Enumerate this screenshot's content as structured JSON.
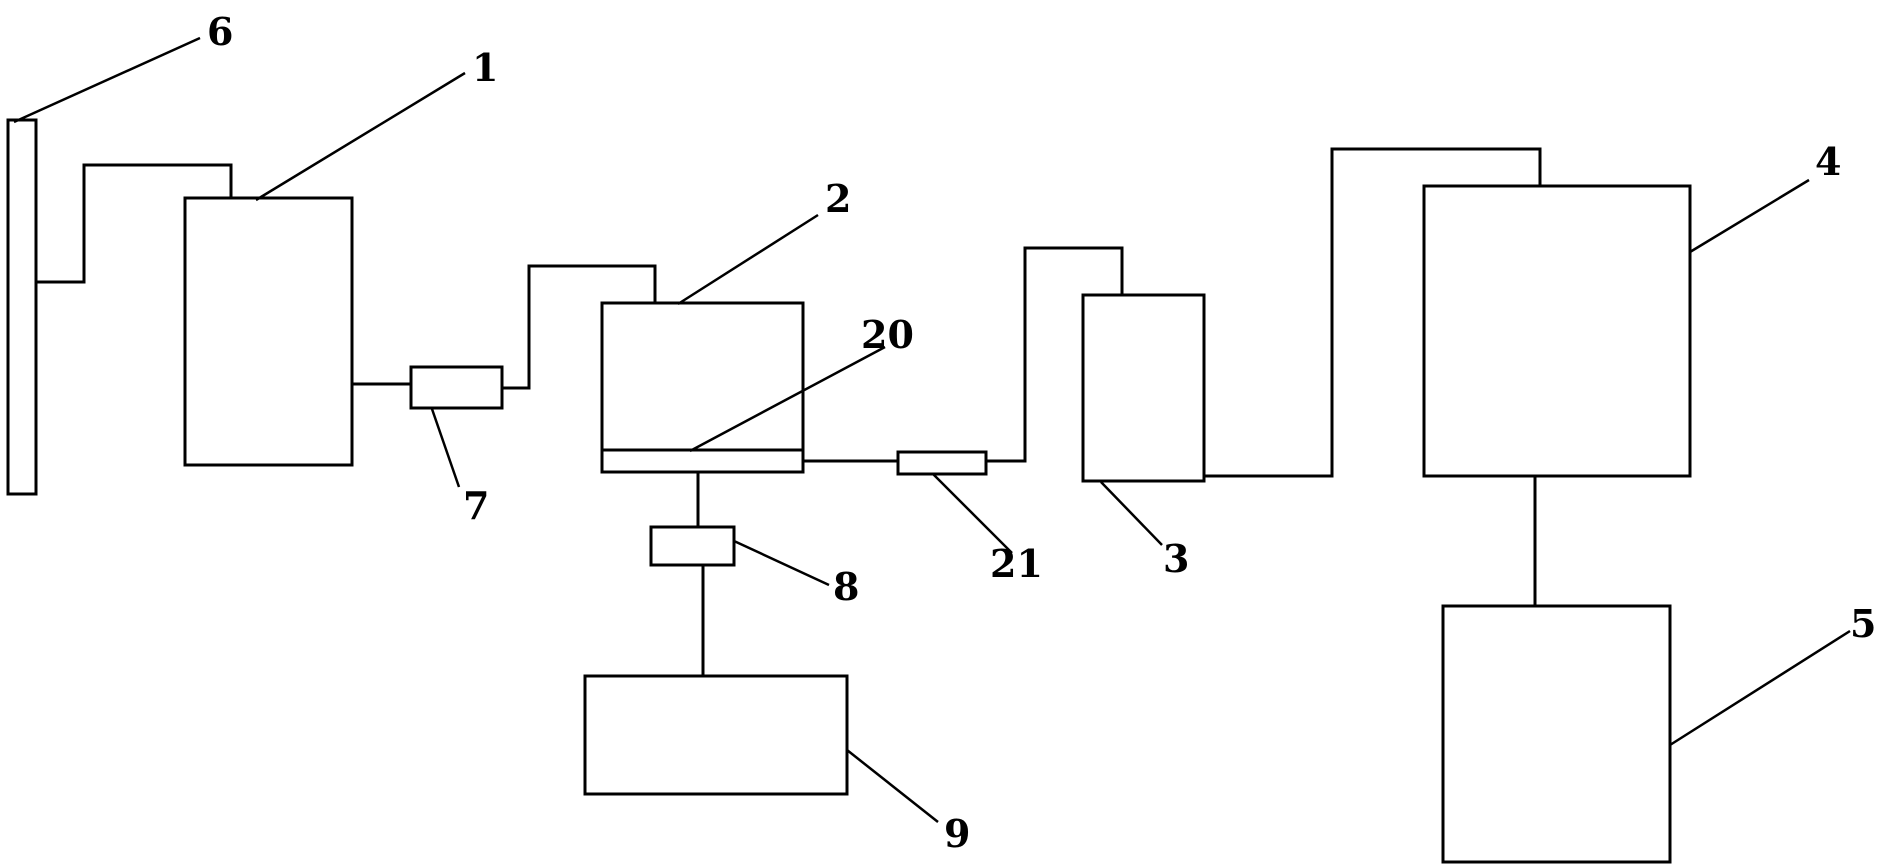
{
  "diagram": {
    "labels": {
      "l1": "1",
      "l2": "2",
      "l3": "3",
      "l4": "4",
      "l5": "5",
      "l6": "6",
      "l7": "7",
      "l8": "8",
      "l9": "9",
      "l20": "20",
      "l21": "21"
    },
    "colors": {
      "stroke": "#000000",
      "background": "#ffffff"
    }
  }
}
